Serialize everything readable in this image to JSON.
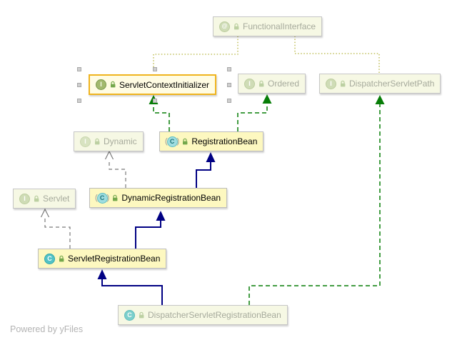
{
  "diagram": {
    "footer": "Powered by yFiles",
    "icons": {
      "annotation_glyph": "@",
      "interface_glyph": "I",
      "class_glyph": "C",
      "abstract_paren_open": "(",
      "abstract_paren_close": ")"
    },
    "colors": {
      "selected_border": "#f0b41e",
      "extends_edge": "#000083",
      "implements_edge": "#077d07",
      "annotation_edge": "#b5b33c",
      "external_edge": "#7a7a7a",
      "active_node_fill": "#fdf8c0",
      "faded_node_fill": "#f6f8e4"
    },
    "nodes": [
      {
        "id": "functional-interface",
        "label": "FunctionalInterface",
        "kind": "annotation",
        "state": "faded"
      },
      {
        "id": "servlet-context-initializer",
        "label": "ServletContextInitializer",
        "kind": "interface",
        "state": "selected"
      },
      {
        "id": "ordered",
        "label": "Ordered",
        "kind": "interface",
        "state": "faded"
      },
      {
        "id": "dispatcher-servlet-path",
        "label": "DispatcherServletPath",
        "kind": "interface",
        "state": "faded"
      },
      {
        "id": "dynamic",
        "label": "Dynamic",
        "kind": "interface",
        "state": "faded"
      },
      {
        "id": "registration-bean",
        "label": "RegistrationBean",
        "kind": "abstract-class",
        "state": "active"
      },
      {
        "id": "servlet",
        "label": "Servlet",
        "kind": "interface",
        "state": "faded"
      },
      {
        "id": "dynamic-registration-bean",
        "label": "DynamicRegistrationBean",
        "kind": "abstract-class",
        "state": "active"
      },
      {
        "id": "servlet-registration-bean",
        "label": "ServletRegistrationBean",
        "kind": "class",
        "state": "active"
      },
      {
        "id": "dispatcher-servlet-registration-bean",
        "label": "DispatcherServletRegistrationBean",
        "kind": "class",
        "state": "faded"
      }
    ],
    "edges": [
      {
        "from": "ServletContextInitializer",
        "to": "FunctionalInterface",
        "type": "annotated-by"
      },
      {
        "from": "DispatcherServletPath",
        "to": "FunctionalInterface",
        "type": "annotated-by"
      },
      {
        "from": "RegistrationBean",
        "to": "ServletContextInitializer",
        "type": "implements"
      },
      {
        "from": "RegistrationBean",
        "to": "Ordered",
        "type": "implements"
      },
      {
        "from": "DynamicRegistrationBean",
        "to": "RegistrationBean",
        "type": "extends"
      },
      {
        "from": "DynamicRegistrationBean",
        "to": "Dynamic",
        "type": "implements-external"
      },
      {
        "from": "ServletRegistrationBean",
        "to": "DynamicRegistrationBean",
        "type": "extends"
      },
      {
        "from": "ServletRegistrationBean",
        "to": "Servlet",
        "type": "implements-external"
      },
      {
        "from": "DispatcherServletRegistrationBean",
        "to": "ServletRegistrationBean",
        "type": "extends"
      },
      {
        "from": "DispatcherServletRegistrationBean",
        "to": "DispatcherServletPath",
        "type": "implements"
      }
    ]
  }
}
